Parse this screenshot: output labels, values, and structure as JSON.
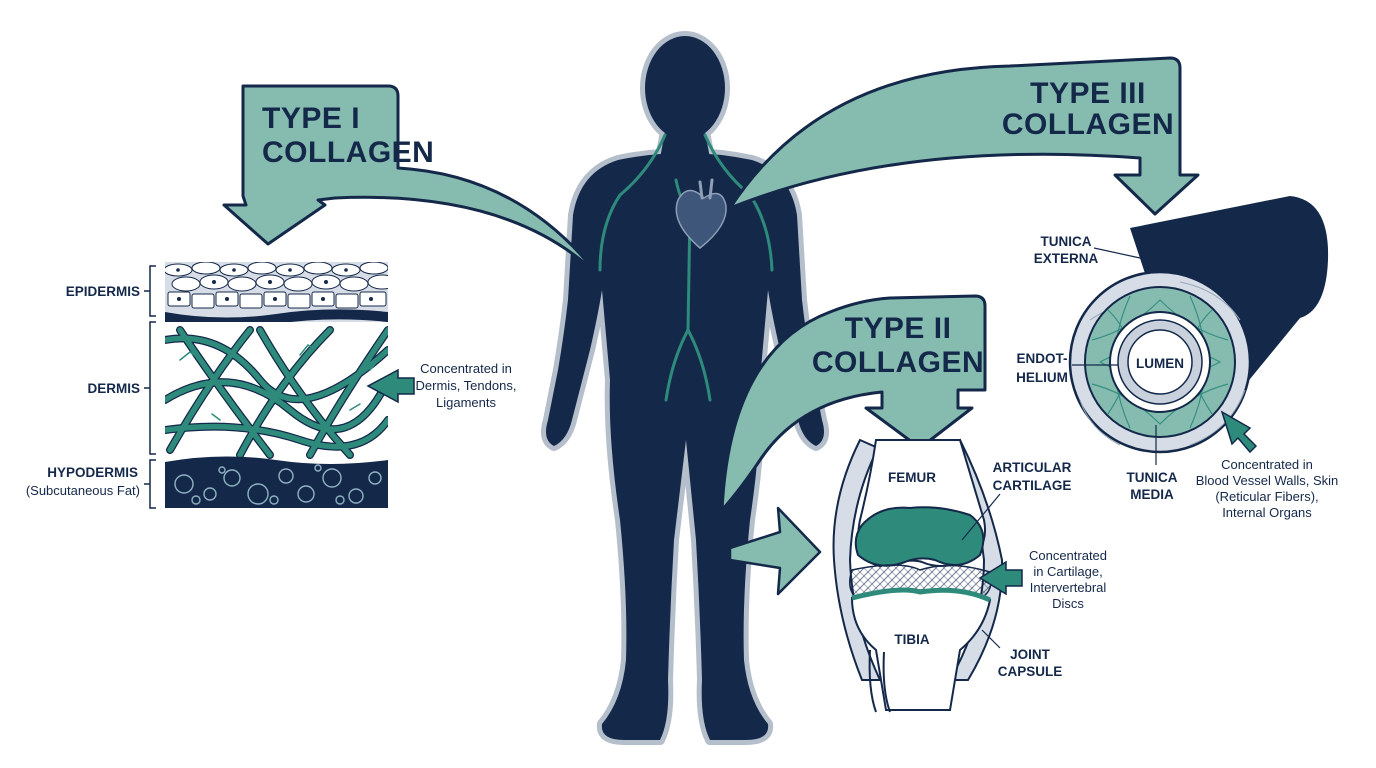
{
  "colors": {
    "navy": "#14284a",
    "teal": "#2e8b7c",
    "teal_light": "#86bcb0",
    "pale": "#d7dde6",
    "silhouette_halo": "#b5bfcc"
  },
  "type1": {
    "title_line1": "TYPE I",
    "title_line2": "COLLAGEN",
    "layer_epidermis": "EPIDERMIS",
    "layer_dermis": "DERMIS",
    "layer_hypodermis": "HYPODERMIS",
    "layer_hypodermis_sub": "(Subcutaneous Fat)",
    "note_line1": "Concentrated in",
    "note_line2": "Dermis, Tendons,",
    "note_line3": "Ligaments"
  },
  "type2": {
    "title_line1": "TYPE II",
    "title_line2": "COLLAGEN",
    "label_femur": "FEMUR",
    "label_tibia": "TIBIA",
    "label_cartilage_line1": "ARTICULAR",
    "label_cartilage_line2": "CARTILAGE",
    "label_capsule_line1": "JOINT",
    "label_capsule_line2": "CAPSULE",
    "note_line1": "Concentrated",
    "note_line2": "in Cartilage,",
    "note_line3": "Intervertebral",
    "note_line4": "Discs"
  },
  "type3": {
    "title_line1": "TYPE III",
    "title_line2": "COLLAGEN",
    "label_externa_line1": "TUNICA",
    "label_externa_line2": "EXTERNA",
    "label_endo_line1": "ENDOT-",
    "label_endo_line2": "HELIUM",
    "label_lumen": "LUMEN",
    "label_media_line1": "TUNICA",
    "label_media_line2": "MEDIA",
    "note_line1": "Concentrated in",
    "note_line2": "Blood Vessel Walls, Skin",
    "note_line3": "(Reticular Fibers),",
    "note_line4": "Internal Organs"
  },
  "icons": {
    "heart": "heart-icon",
    "body": "human-silhouette-icon"
  }
}
